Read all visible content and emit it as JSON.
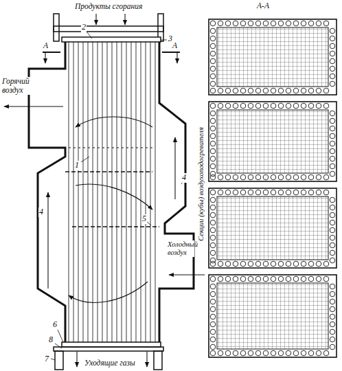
{
  "diagram": {
    "labels": [
      "Продукты сгорания",
      "2",
      "3",
      "А",
      "А",
      "Горячий воздух",
      "1",
      "4",
      "4",
      "5",
      "Холодный воздух",
      "6",
      "8",
      "7",
      "Уходящие газы",
      "А-А",
      "Секции (кубы) воздухоподогревателя"
    ]
  }
}
